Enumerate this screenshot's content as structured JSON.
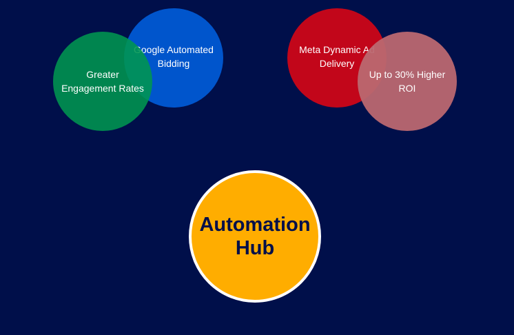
{
  "nodes": {
    "google": "Google Automated Bidding",
    "engagement": "Greater Engagement Rates",
    "meta": "Meta Dynamic Ad Delivery",
    "roi": "Up to 30% Higher ROI"
  },
  "hub": {
    "label": "Automation Hub"
  },
  "colors": {
    "background": "#000f4a",
    "google": "#0055cc",
    "engagement": "#009650",
    "meta": "#c2061a",
    "roi": "#ba6870",
    "hub": "#ffad00",
    "hub_text": "#000f4a"
  }
}
